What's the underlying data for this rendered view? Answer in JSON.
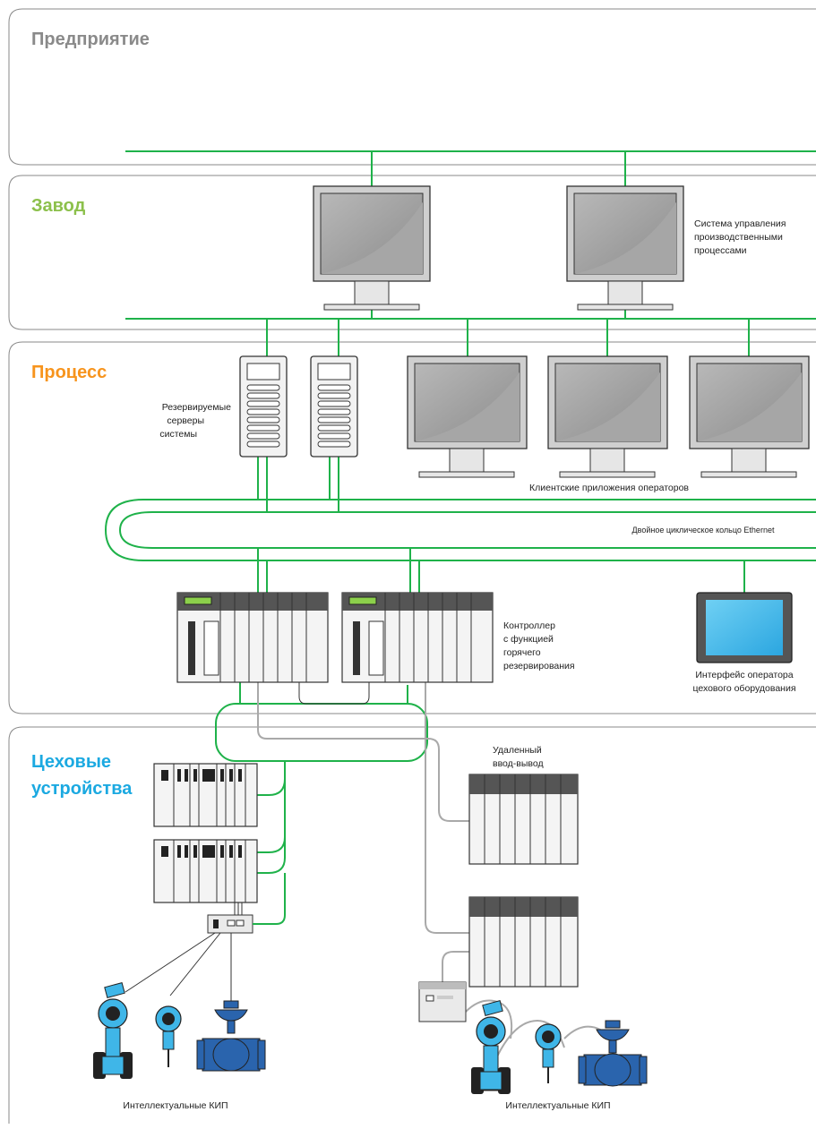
{
  "zones": {
    "enterprise": {
      "title": "Предприятие",
      "color": "#8a8a8a"
    },
    "plant": {
      "title": "Завод",
      "color": "#8cc04b"
    },
    "process": {
      "title": "Процесс",
      "color": "#f7941d"
    },
    "field": {
      "title_line1": "Цеховые",
      "title_line2": "устройства",
      "color": "#1ba9e1"
    }
  },
  "labels": {
    "mes_1": "Система управления",
    "mes_2": "производственными",
    "mes_3": "процессами",
    "servers_1": "Резервируемые",
    "servers_2": "серверы",
    "servers_3": "системы",
    "operator_clients": "Клиентские приложения операторов",
    "ring": "Двойное циклическое кольцо Ethernet",
    "controller_1": "Контроллер",
    "controller_2": "с функцией",
    "controller_3": "горячего",
    "controller_4": "резервирования",
    "hmi_1": "Интерфейс оператора",
    "hmi_2": "цехового оборудования",
    "remote_io_1": "Удаленный",
    "remote_io_2": "ввод-вывод",
    "smart_left": "Интеллектуальные КИП",
    "smart_right": "Интеллектуальные КИП"
  },
  "colors": {
    "network_green": "#1fb24a",
    "serial_gray": "#a9a9a9",
    "screen_gray": "#9a9a9a",
    "hmi_blue": "#3fb6e8",
    "device_blue": "#1f93d3",
    "valve_blue": "#2a64ad"
  }
}
